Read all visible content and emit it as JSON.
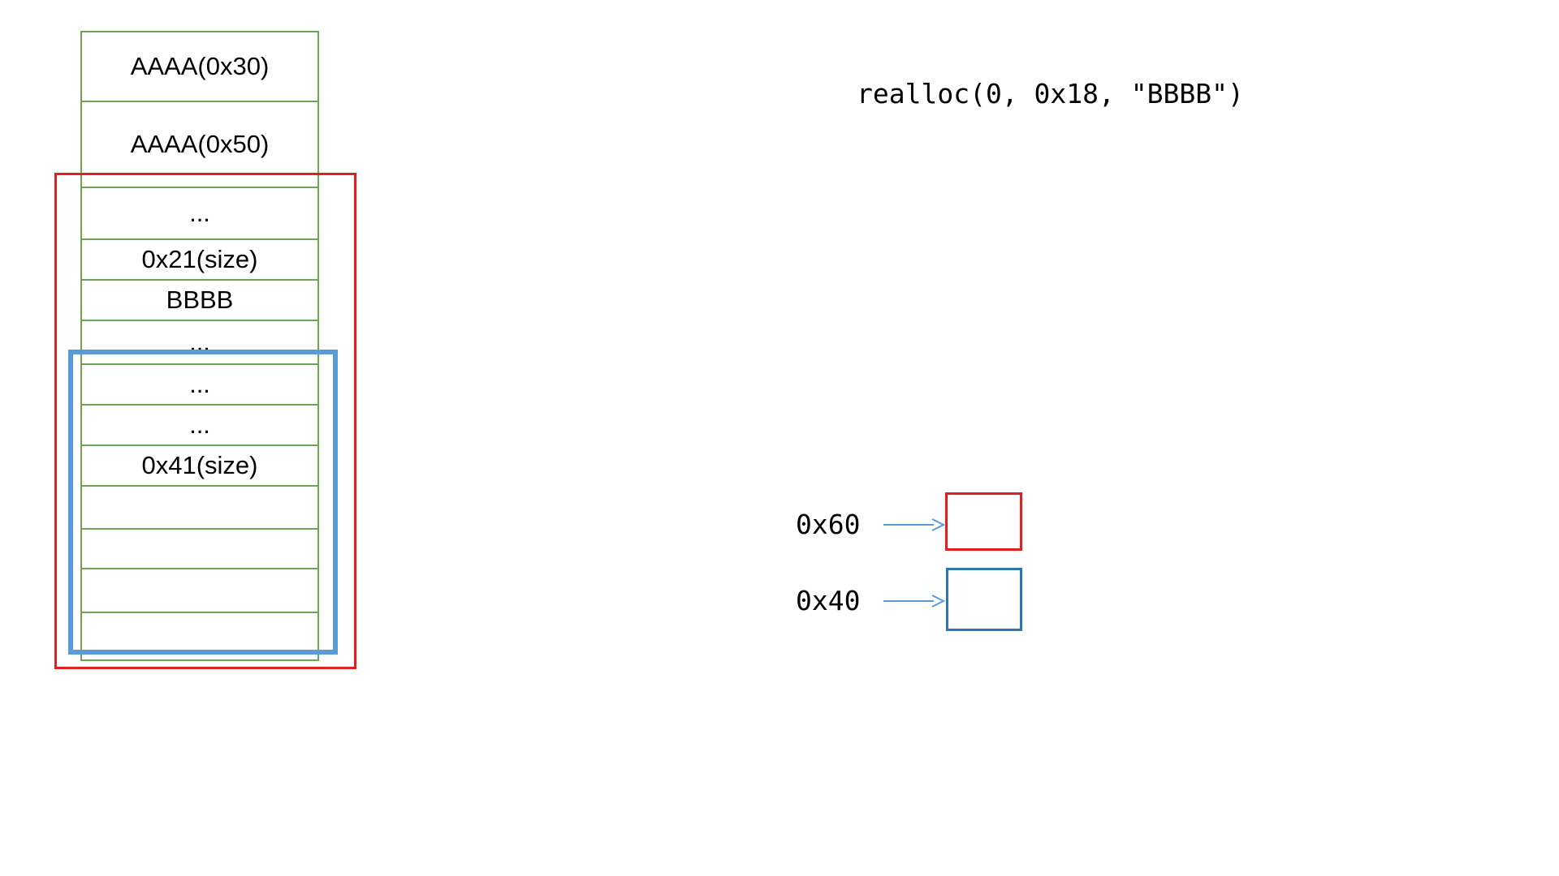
{
  "diagram": {
    "heap": {
      "cells": [
        {
          "label": "AAAA(0x30)"
        },
        {
          "label": "AAAA(0x50)"
        },
        {
          "label": "..."
        },
        {
          "label": "0x21(size)"
        },
        {
          "label": "BBBB"
        },
        {
          "label": "..."
        },
        {
          "label": "..."
        },
        {
          "label": "..."
        },
        {
          "label": "0x41(size)"
        },
        {
          "label": ""
        },
        {
          "label": ""
        },
        {
          "label": ""
        },
        {
          "label": ""
        }
      ]
    },
    "annotation": "realloc(0, 0x18, \"BBBB\")",
    "pointers": [
      {
        "label": "0x60"
      },
      {
        "label": "0x40"
      }
    ],
    "colors": {
      "cell_outline": "#6aa84f",
      "old_chunk_outline": "#e02020",
      "new_chunk_outline": "#5b9bd5",
      "pointer_box_red": "#e02020",
      "pointer_box_blue": "#2e75b6",
      "arrow": "#5b9bd5",
      "text": "#000000"
    }
  }
}
